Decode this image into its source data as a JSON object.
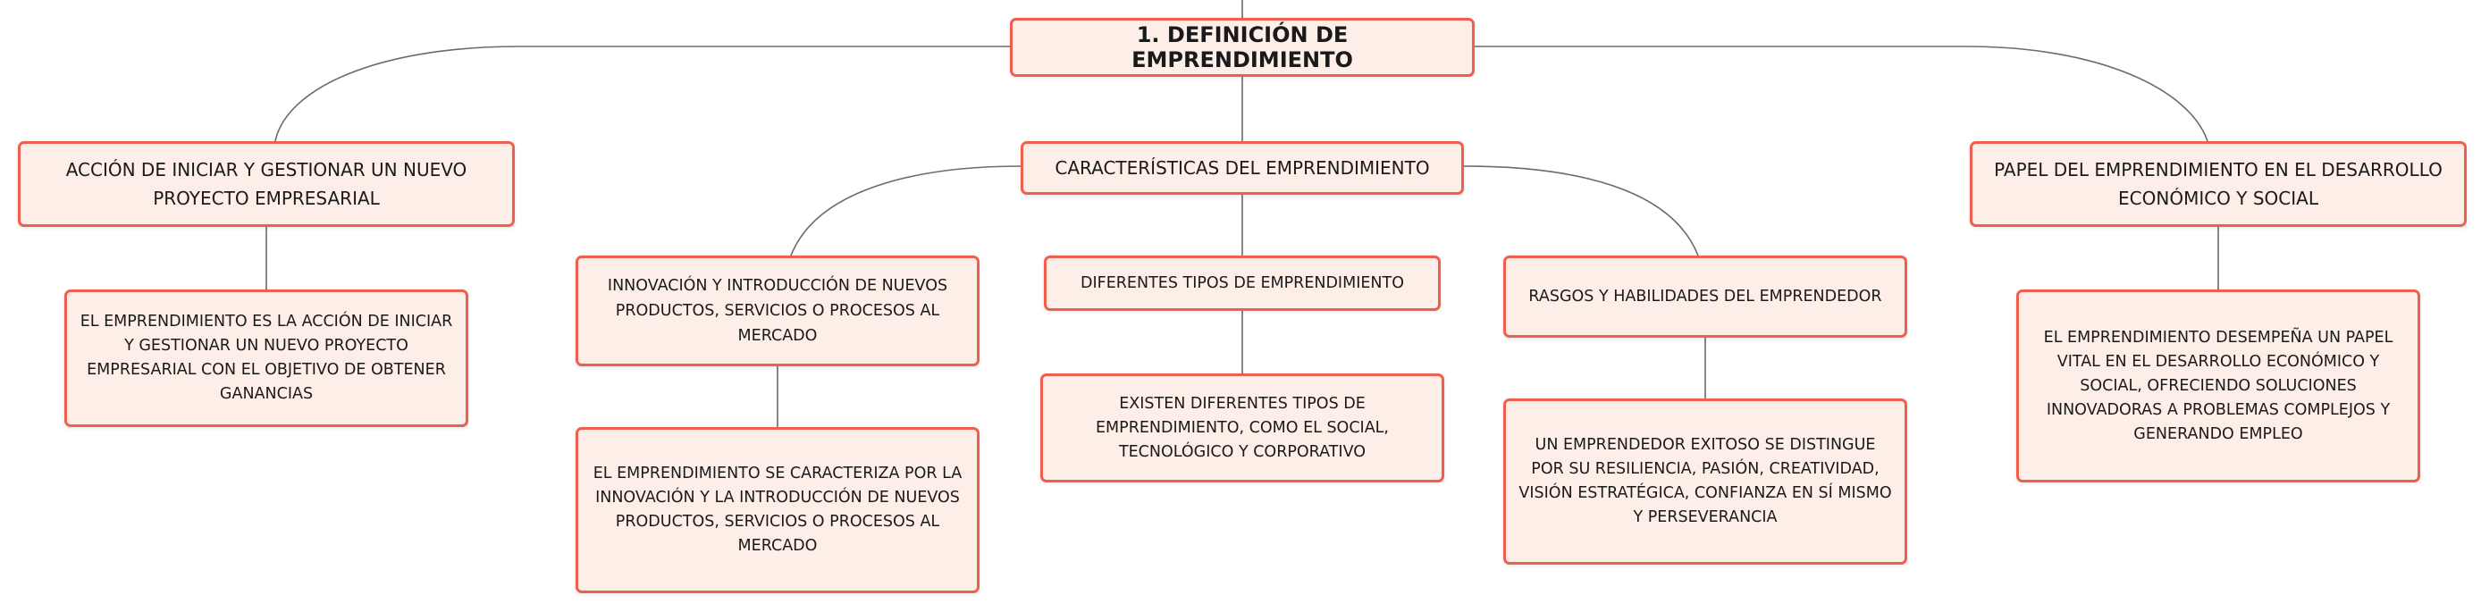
{
  "diagram": {
    "root": {
      "label": "1. DEFINICIÓN DE EMPRENDIMIENTO"
    },
    "branches": [
      {
        "label": "ACCIÓN DE INICIAR Y GESTIONAR UN NUEVO PROYECTO EMPRESARIAL",
        "detail": "EL EMPRENDIMIENTO ES LA ACCIÓN DE INICIAR Y GESTIONAR UN NUEVO PROYECTO EMPRESARIAL CON EL OBJETIVO DE OBTENER GANANCIAS"
      },
      {
        "label": "CARACTERÍSTICAS DEL EMPRENDIMIENTO",
        "children": [
          {
            "label": "INNOVACIÓN Y INTRODUCCIÓN DE NUEVOS PRODUCTOS, SERVICIOS O PROCESOS AL MERCADO",
            "detail": "EL EMPRENDIMIENTO SE CARACTERIZA POR LA INNOVACIÓN Y LA INTRODUCCIÓN DE NUEVOS PRODUCTOS, SERVICIOS O PROCESOS AL MERCADO"
          },
          {
            "label": "DIFERENTES TIPOS DE EMPRENDIMIENTO",
            "detail": "EXISTEN DIFERENTES TIPOS DE EMPRENDIMIENTO, COMO EL SOCIAL, TECNOLÓGICO Y CORPORATIVO"
          },
          {
            "label": "RASGOS Y HABILIDADES DEL EMPRENDEDOR",
            "detail": "UN EMPRENDEDOR EXITOSO SE DISTINGUE POR SU RESILIENCIA, PASIÓN, CREATIVIDAD, VISIÓN ESTRATÉGICA, CONFIANZA EN SÍ MISMO Y PERSEVERANCIA"
          }
        ]
      },
      {
        "label": "PAPEL DEL EMPRENDIMIENTO EN EL DESARROLLO ECONÓMICO Y SOCIAL",
        "detail": "EL EMPRENDIMIENTO DESEMPEÑA UN PAPEL VITAL EN EL DESARROLLO ECONÓMICO Y SOCIAL, OFRECIENDO SOLUCIONES INNOVADORAS A PROBLEMAS COMPLEJOS Y GENERANDO EMPLEO"
      }
    ]
  }
}
